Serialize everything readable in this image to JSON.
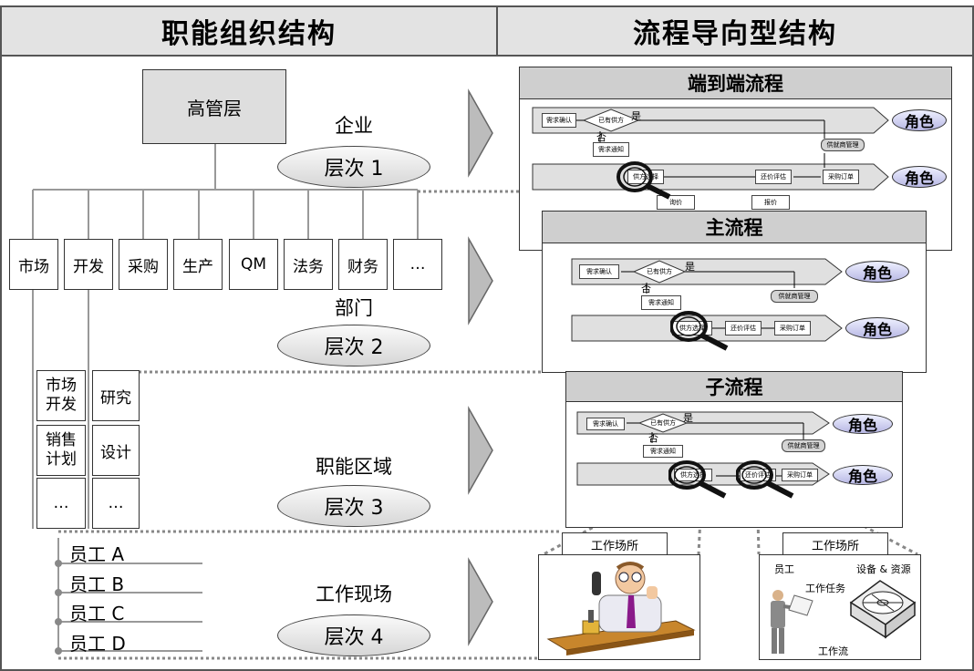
{
  "headers": {
    "left": "职能组织结构",
    "right": "流程导向型结构"
  },
  "org": {
    "top": "高管层",
    "departments": [
      "市场",
      "开发",
      "采购",
      "生产",
      "QM",
      "法务",
      "财务",
      "…"
    ],
    "areas": [
      [
        "市场\n开发",
        "研究"
      ],
      [
        "销售\n计划",
        "设计"
      ],
      [
        "…",
        "…"
      ]
    ],
    "employees": [
      "员工 A",
      "员工 B",
      "员工 C",
      "员工 D"
    ]
  },
  "levels": [
    {
      "label": "企业",
      "name": "层次 1"
    },
    {
      "label": "部门",
      "name": "层次 2"
    },
    {
      "label": "职能区域",
      "name": "层次 3"
    },
    {
      "label": "工作现场",
      "name": "层次 4"
    }
  ],
  "processes": [
    {
      "title": "端到端流程"
    },
    {
      "title": "主流程"
    },
    {
      "title": "子流程"
    }
  ],
  "flow": {
    "demand_confirm": "需求确认",
    "has_supplier": "已有供方",
    "yes": "是",
    "no": "否",
    "supplier_mgmt": "供就商管理",
    "demand_notice": "需求通知",
    "supplier_select": "供方选择",
    "inquiry": "询价",
    "quote": "报价",
    "price_eval": "还价评估",
    "purchase_order": "采购订单",
    "role": "角色"
  },
  "workplace": {
    "label": "工作场所",
    "employee": "员工",
    "equipment": "设备 & 资源",
    "task": "工作任务",
    "workflow": "工作流"
  }
}
